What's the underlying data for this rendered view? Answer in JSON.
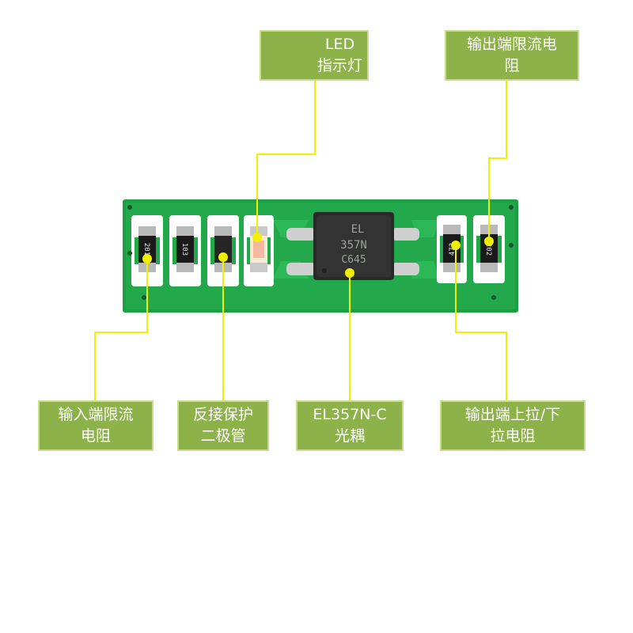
{
  "labels": {
    "led": [
      "LED",
      "指示灯"
    ],
    "output_resistor": [
      "输出端限流电",
      "阻"
    ],
    "input_resistor": [
      "输入端限流",
      "电阻"
    ],
    "diode": [
      "反接保护",
      "二极管"
    ],
    "optocoupler": [
      "EL357N-C",
      "光耦"
    ],
    "pullup": [
      "输出端上拉/下",
      "拉电阻"
    ]
  },
  "chip": {
    "marking": [
      "EL",
      "357N",
      "C645"
    ]
  },
  "smd_marks": {
    "r1": "201",
    "r2": "103",
    "r5": "472",
    "r6": "202"
  },
  "colors": {
    "label_bg": "#8db24a",
    "leader_line": "#f0f000",
    "pcb": "#1e9e45"
  }
}
